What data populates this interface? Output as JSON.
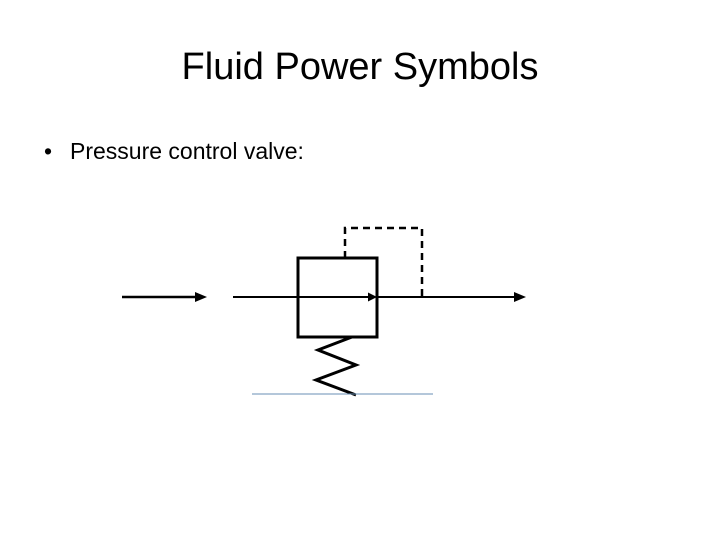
{
  "slide": {
    "title": "Fluid Power Symbols",
    "bullet_marker": "•",
    "bullet_text": "Pressure control valve:"
  },
  "diagram": {
    "symbol": "pressure-control-valve",
    "colors": {
      "stroke": "#000000",
      "baseline": "#6a8fb5"
    }
  }
}
